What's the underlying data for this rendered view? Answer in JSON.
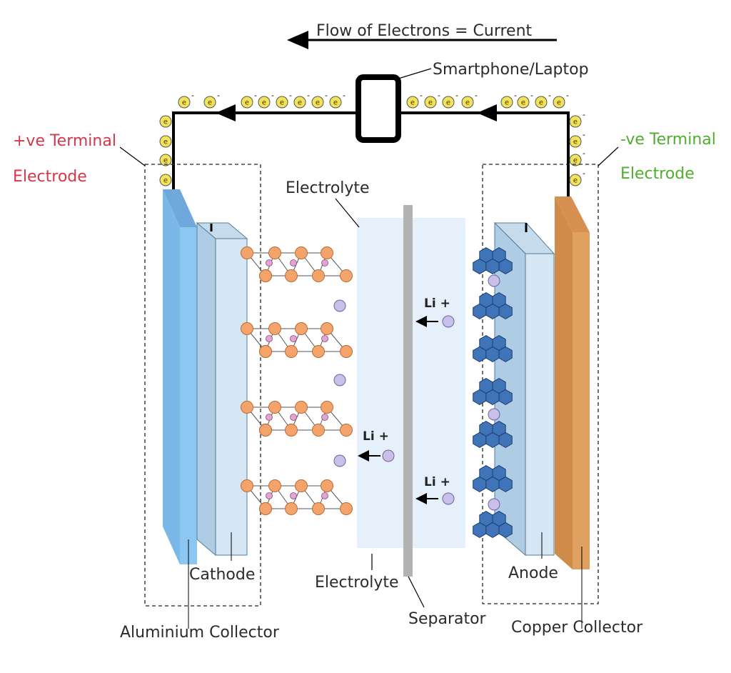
{
  "labels": {
    "flow": "Flow of Electrons = Current",
    "device": "Smartphone/Laptop",
    "pos_terminal": "+ve Terminal",
    "pos_electrode": "Electrode",
    "neg_terminal": "-ve Terminal",
    "neg_electrode": "Electrode",
    "electrolyte_top": "Electrolyte",
    "electrolyte_bottom": "Electrolyte",
    "cathode": "Cathode",
    "anode": "Anode",
    "separator": "Separator",
    "aluminium_collector": "Aluminium Collector",
    "copper_collector": "Copper Collector"
  },
  "electron_symbol": "e",
  "electron_charge": "-",
  "ion_labels": [
    "Li +",
    "Li +",
    "Li +"
  ],
  "colors": {
    "positive": "#d6364a",
    "negative": "#4fae2f",
    "aluminium": "#8cc7f2",
    "copper": "#e0a060",
    "electrode_panel": "#cfe3f2",
    "electrolyte": "#e6f0fa",
    "separator": "#b3b3b3",
    "electron": "#f3e35a",
    "lithium_ion": "#c9c0ea",
    "cathode_atom": "#f4a46a",
    "graphite": "#3f74b8"
  }
}
